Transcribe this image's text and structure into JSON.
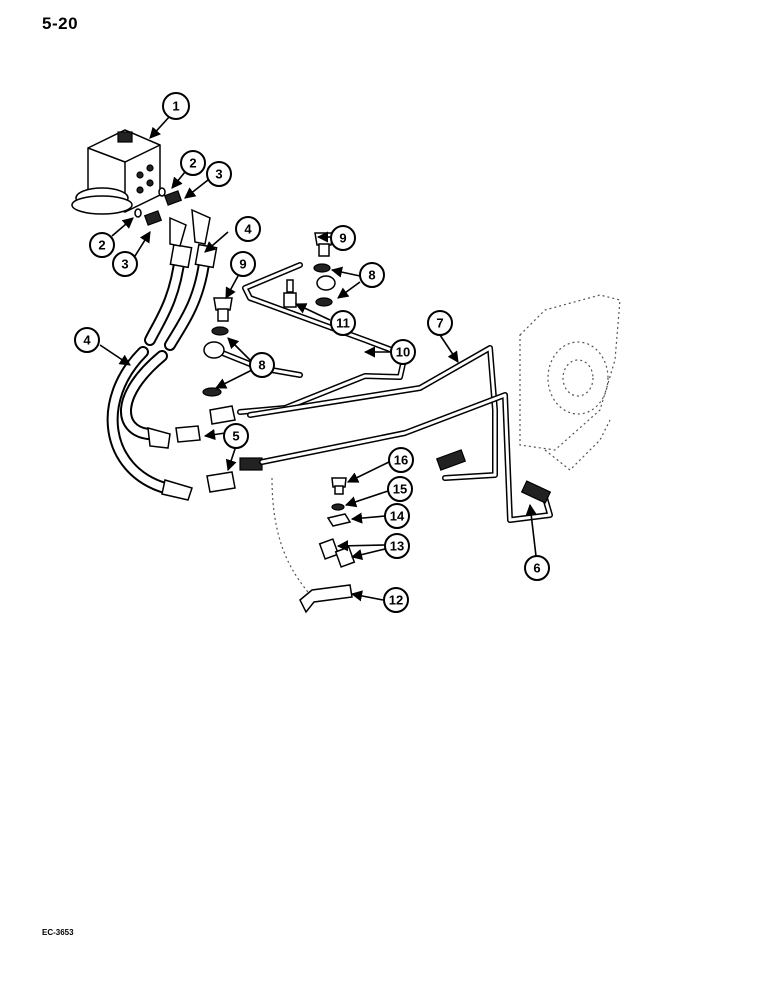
{
  "page_number": "5-20",
  "figure_code": "EC-3653",
  "callouts": {
    "c1": "1",
    "c2a": "2",
    "c2b": "2",
    "c3a": "3",
    "c3b": "3",
    "c4a": "4",
    "c4b": "4",
    "c5": "5",
    "c6": "6",
    "c7": "7",
    "c8a": "8",
    "c8b": "8",
    "c9a": "9",
    "c9b": "9",
    "c10": "10",
    "c11": "11",
    "c12": "12",
    "c13": "13",
    "c14": "14",
    "c15": "15",
    "c16": "16"
  }
}
